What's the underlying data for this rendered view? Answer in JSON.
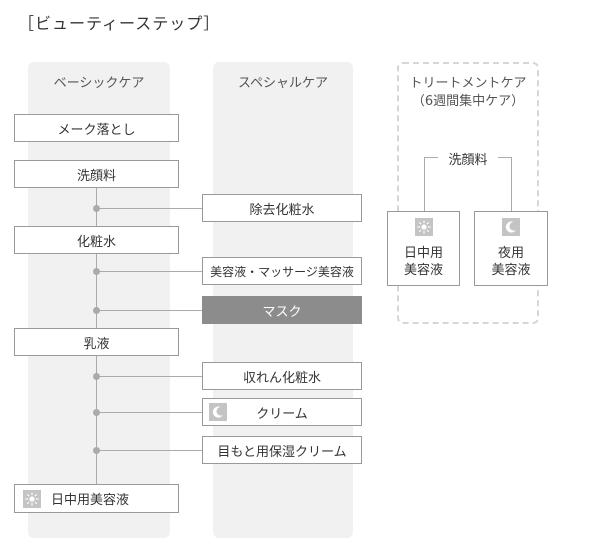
{
  "title": "［ビューティーステップ］",
  "columns": {
    "basic": "ベーシックケア",
    "special": "スペシャルケア",
    "treatment_line1": "トリートメントケア",
    "treatment_line2": "（6週間集中ケア）"
  },
  "basic_steps": {
    "makeup_remover": "メーク落とし",
    "cleanser": "洗顔料",
    "toner": "化粧水",
    "emulsion": "乳液",
    "day_essence": "日中用美容液"
  },
  "special_steps": {
    "remover_toner": "除去化粧水",
    "massage_essence": "美容液・マッサージ美容液",
    "mask": "マスク",
    "astringent": "収れん化粧水",
    "cream": "クリーム",
    "eye_cream": "目もと用保湿クリーム"
  },
  "treatment": {
    "cleanser": "洗顔料",
    "day_line1": "日中用",
    "day_line2": "美容液",
    "night_line1": "夜用",
    "night_line2": "美容液"
  },
  "icons": {
    "sun": "sun-icon",
    "moon": "moon-icon"
  },
  "colors": {
    "column_bg": "#f1f1f1",
    "mask_bg": "#8c8c8c",
    "icon_bg": "#c4c4c4"
  }
}
